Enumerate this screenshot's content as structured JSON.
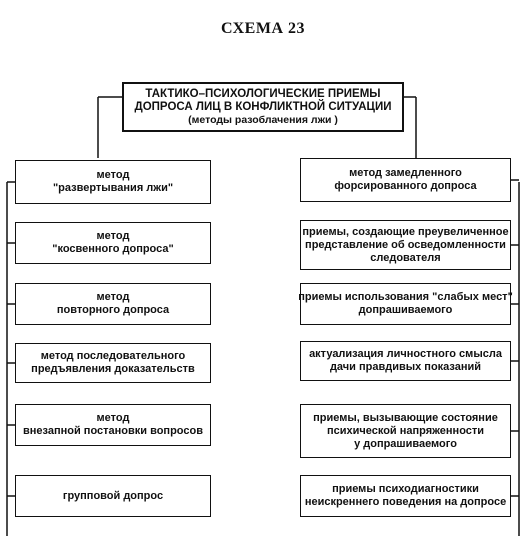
{
  "title": "СХЕМА 23",
  "header": {
    "line1": "ТАКТИКО–ПСИХОЛОГИЧЕСКИЕ ПРИЕМЫ",
    "line2": "ДОПРОСА ЛИЦ В КОНФЛИКТНОЙ СИТУАЦИИ",
    "line3": "(методы разоблачения лжи )"
  },
  "left": [
    {
      "lines": [
        "метод",
        "\"развертывания лжи\""
      ]
    },
    {
      "lines": [
        "метод",
        "\"косвенного допроса\""
      ]
    },
    {
      "lines": [
        "метод",
        "повторного допроса"
      ]
    },
    {
      "lines": [
        "метод  последовательного",
        "предъявления доказательств"
      ]
    },
    {
      "lines": [
        "метод",
        "внезапной  постановки вопросов"
      ]
    },
    {
      "lines": [
        "групповой допрос"
      ]
    }
  ],
  "right": [
    {
      "lines": [
        "метод  замедленного",
        "форсированного допроса"
      ]
    },
    {
      "lines": [
        "приемы, создающие преувеличенное",
        "представление об осведомленности",
        "следователя"
      ]
    },
    {
      "lines": [
        "приемы использования \"слабых мест\"",
        "допрашиваемого"
      ]
    },
    {
      "lines": [
        "актуализация личностного смысла",
        "дачи правдивых показаний"
      ]
    },
    {
      "lines": [
        "приемы, вызывающие состояние",
        "психической напряженности",
        "у допрашиваемого"
      ]
    },
    {
      "lines": [
        "приемы психодиагностики",
        "неискреннего поведения на допросе"
      ]
    }
  ]
}
